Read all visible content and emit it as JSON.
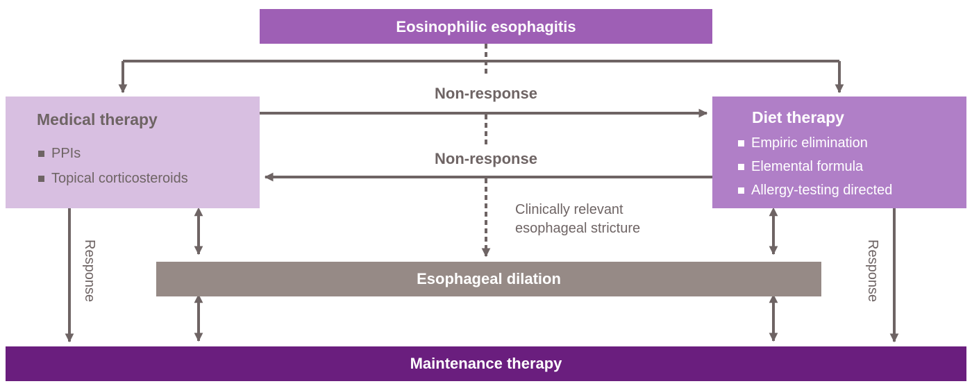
{
  "title_box": {
    "label": "Eosinophilic esophagitis"
  },
  "medical_therapy": {
    "heading": "Medical therapy",
    "items": [
      "PPIs",
      "Topical corticosteroids"
    ]
  },
  "diet_therapy": {
    "heading": "Diet therapy",
    "items": [
      "Empiric elimination",
      "Elemental formula",
      "Allergy-testing directed"
    ]
  },
  "edges": {
    "non_response_to_diet": "Non-response",
    "non_response_to_medical": "Non-response",
    "stricture": [
      "Clinically relevant",
      "esophageal stricture"
    ],
    "response_left": "Response",
    "response_right": "Response"
  },
  "dilation_box": {
    "label": "Esophageal dilation"
  },
  "maintenance_box": {
    "label": "Maintenance therapy"
  },
  "colors": {
    "title_purple": "#9e5fb5",
    "medical_lilac": "#d8bfe1",
    "diet_purple": "#b07fc7",
    "dilation_taupe": "#968a86",
    "maintenance_purple": "#6a1e7e",
    "arrow_gray": "#6e6464"
  }
}
